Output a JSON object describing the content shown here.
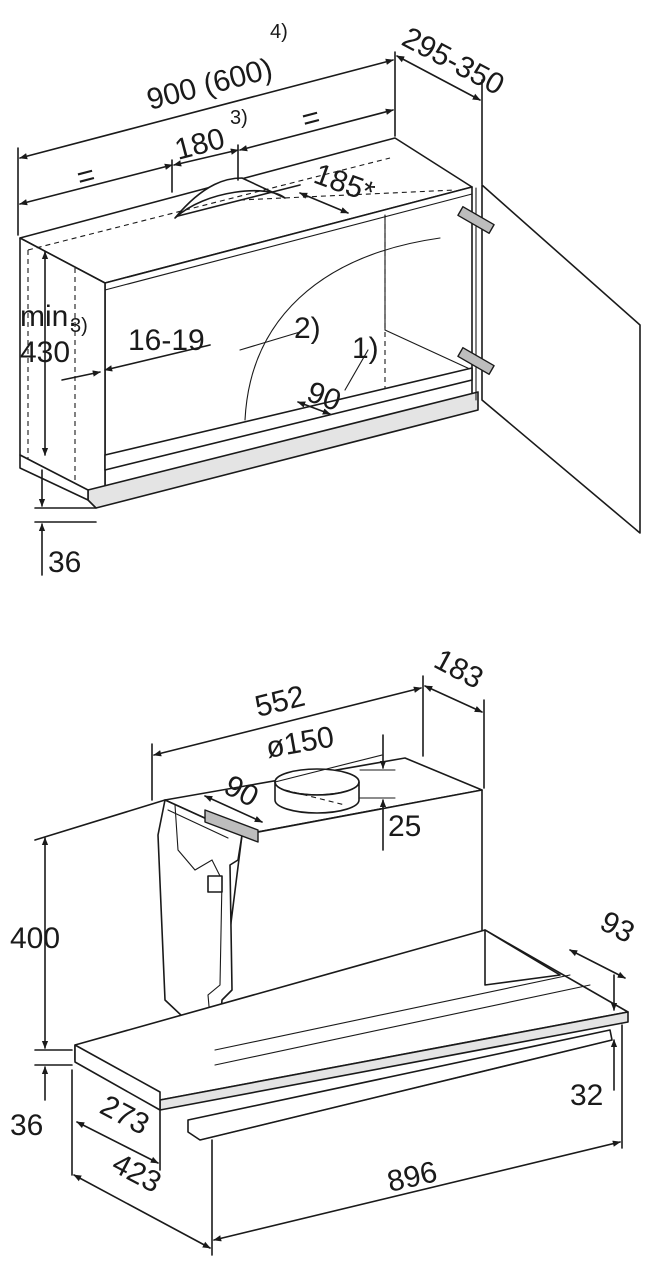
{
  "cabinet": {
    "width": "900 (600)",
    "width_note": "4)",
    "depth": "295-350",
    "eq_left": "=",
    "eq_right": "=",
    "cutout_offset": "180",
    "cutout_offset_note": "3)",
    "cutout_size": "185*",
    "min_height_label": "min.",
    "min_height_value": "430",
    "min_height_note": "3)",
    "side_thickness": "16-19",
    "callout_2": "2)",
    "callout_1": "1)",
    "gap": "90",
    "bottom_offset": "36"
  },
  "hood": {
    "body_width": "552",
    "body_depth": "183",
    "duct_diameter": "ø150",
    "duct_offset": "90",
    "duct_height": "25",
    "height": "400",
    "panel_offset": "36",
    "panel_depth_inner": "273",
    "panel_depth_outer": "423",
    "total_width": "896",
    "front_overhang": "93",
    "panel_thickness": "32"
  }
}
